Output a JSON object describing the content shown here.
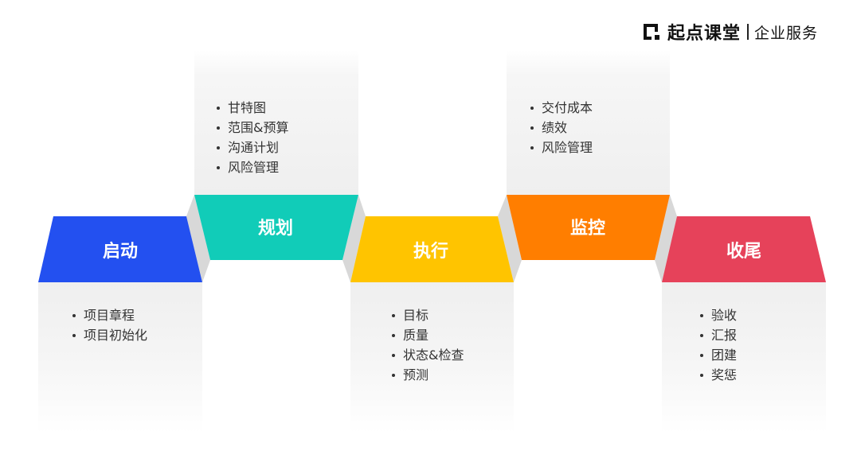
{
  "brand": {
    "name": "起点课堂",
    "subtitle": "企业服务",
    "icon": "brand-logo-icon"
  },
  "colors": {
    "initiate": "#2350F0",
    "plan": "#11CCB8",
    "execute": "#FFC400",
    "monitor": "#FF7E00",
    "close": "#E6425A",
    "bevel": "#D8D8D8",
    "text": "#333333"
  },
  "stages": [
    {
      "id": "initiate",
      "label": "启动",
      "position": "low",
      "list_position": "below",
      "items": [
        "项目章程",
        "项目初始化"
      ]
    },
    {
      "id": "plan",
      "label": "规划",
      "position": "high",
      "list_position": "above",
      "items": [
        "甘特图",
        "范围&预算",
        "沟通计划",
        "风险管理"
      ]
    },
    {
      "id": "execute",
      "label": "执行",
      "position": "low",
      "list_position": "below",
      "items": [
        "目标",
        "质量",
        "状态&检查",
        "预测"
      ]
    },
    {
      "id": "monitor",
      "label": "监控",
      "position": "high",
      "list_position": "above",
      "items": [
        "交付成本",
        "绩效",
        "风险管理"
      ]
    },
    {
      "id": "close",
      "label": "收尾",
      "position": "low",
      "list_position": "below",
      "items": [
        "验收",
        "汇报",
        "团建",
        "奖惩"
      ]
    }
  ]
}
